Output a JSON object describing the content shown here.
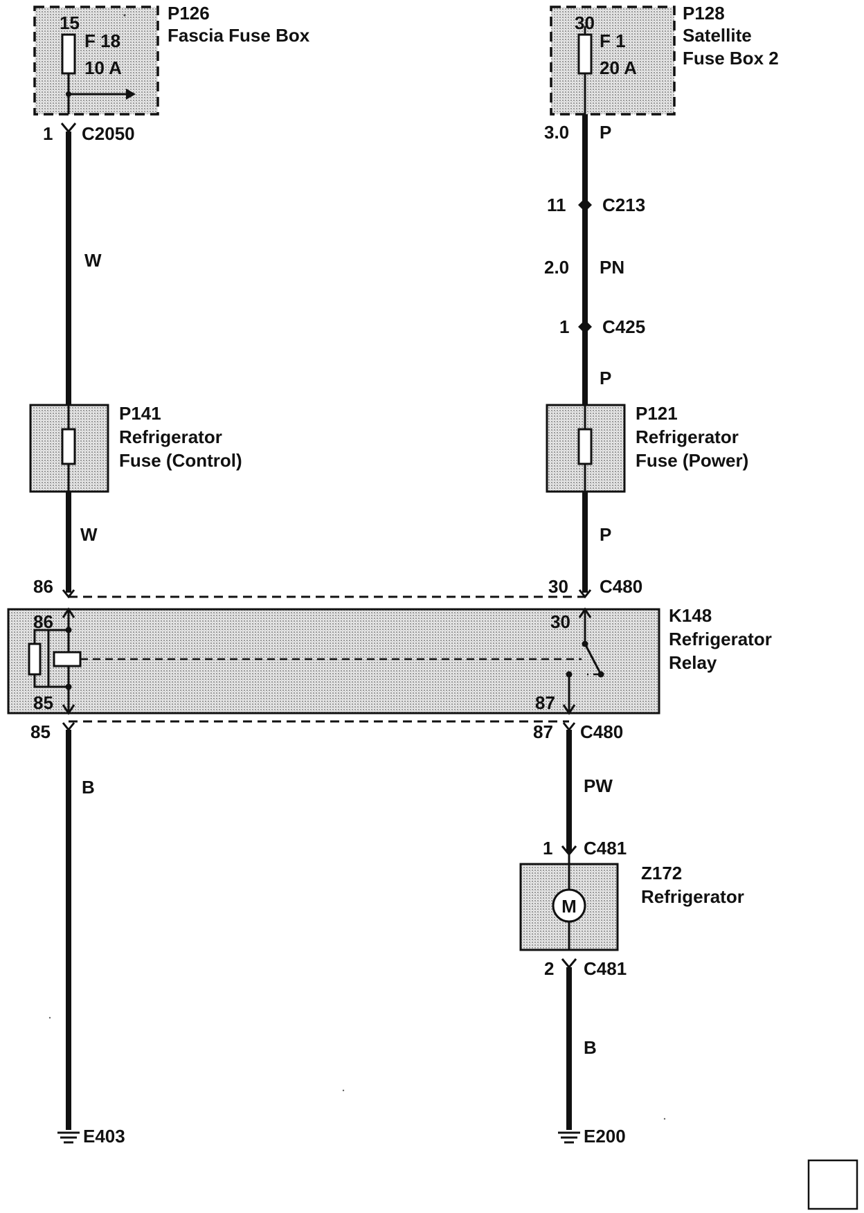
{
  "components": {
    "p126": {
      "id": "P126",
      "name": "Fascia Fuse Box",
      "pin": "15",
      "fuse": "F 18",
      "rating": "10 A"
    },
    "p128": {
      "id": "P128",
      "name_line1": "Satellite",
      "name_line2": "Fuse Box 2",
      "pin": "30",
      "fuse": "F 1",
      "rating": "20 A"
    },
    "p141": {
      "id": "P141",
      "name_line1": "Refrigerator",
      "name_line2": "Fuse (Control)"
    },
    "p121": {
      "id": "P121",
      "name_line1": "Refrigerator",
      "name_line2": "Fuse (Power)"
    },
    "k148": {
      "id": "K148",
      "name_line1": "Refrigerator",
      "name_line2": "Relay",
      "pin_86": "86",
      "pin_85": "85",
      "pin_30": "30",
      "pin_87": "87"
    },
    "z172": {
      "id": "Z172",
      "name": "Refrigerator",
      "motor_symbol": "M"
    }
  },
  "connectors": {
    "c2050": {
      "id": "C2050",
      "pin": "1"
    },
    "c213": {
      "id": "C213",
      "pin": "11"
    },
    "c425": {
      "id": "C425",
      "pin": "1"
    },
    "c480_top_left_pin": "86",
    "c480_top_right": {
      "id": "C480",
      "pin": "30"
    },
    "c480_bottom_left_pin": "85",
    "c480_bottom_right": {
      "id": "C480",
      "pin": "87"
    },
    "c481_top": {
      "id": "C481",
      "pin": "1"
    },
    "c481_bottom": {
      "id": "C481",
      "pin": "2"
    }
  },
  "wires": {
    "left_w1": "W",
    "left_w2": "W",
    "left_b": "B",
    "right_p1": {
      "size": "3.0",
      "color": "P"
    },
    "right_pn": {
      "size": "2.0",
      "color": "PN"
    },
    "right_p2": "P",
    "right_p3": "P",
    "right_pw": "PW",
    "right_b": "B"
  },
  "grounds": {
    "left": "E403",
    "right": "E200"
  }
}
